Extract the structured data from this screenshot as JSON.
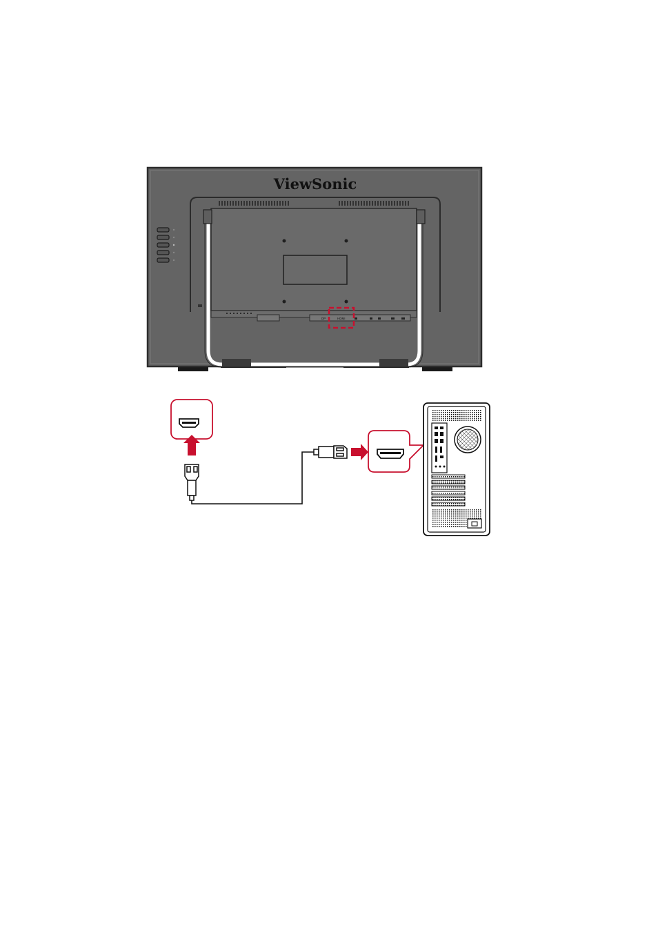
{
  "monitor": {
    "brand": "ViewSonic",
    "port_labels": [
      "DP",
      "HDMI",
      "",
      "",
      "",
      "",
      ""
    ],
    "highlighted_port": "HDMI"
  },
  "connection": {
    "cable": "HDMI",
    "from": "monitor HDMI port",
    "to": "computer HDMI port"
  },
  "colors": {
    "monitor_body": "#646464",
    "monitor_outline": "#2d2d2d",
    "accent_red": "#c8102e",
    "line": "#1a1a1a",
    "callout_fill": "#ffffff"
  },
  "icons": [
    "hdmi-port-icon",
    "up-arrow-icon",
    "right-arrow-icon",
    "hdmi-plug-icon",
    "pc-tower-icon"
  ]
}
